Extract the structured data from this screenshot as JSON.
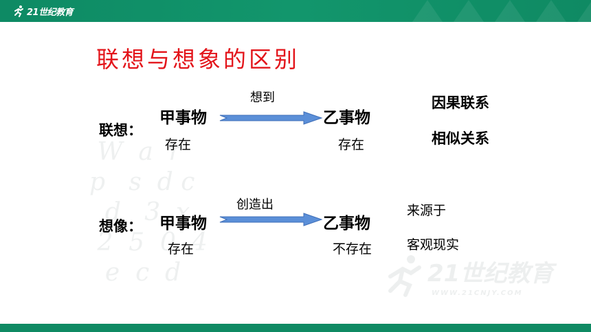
{
  "header": {
    "logo_text": "21世纪教育"
  },
  "title": "联想与想象的区别",
  "association": {
    "label": "联想：",
    "source": "甲事物",
    "source_state": "存在",
    "verb": "想到",
    "target": "乙事物",
    "target_state": "存在",
    "note_line1": "因果联系",
    "note_line2": "相似关系"
  },
  "imagination": {
    "label": "想像：",
    "source": "甲事物",
    "source_state": "存在",
    "verb": "创造出",
    "target": "乙事物",
    "target_state": "不存在",
    "note_line1": "来源于",
    "note_line2": "客观现实"
  },
  "colors": {
    "header_green": "#12966c",
    "title_red": "#e3141a",
    "arrow_blue": "#5b8fd8"
  }
}
